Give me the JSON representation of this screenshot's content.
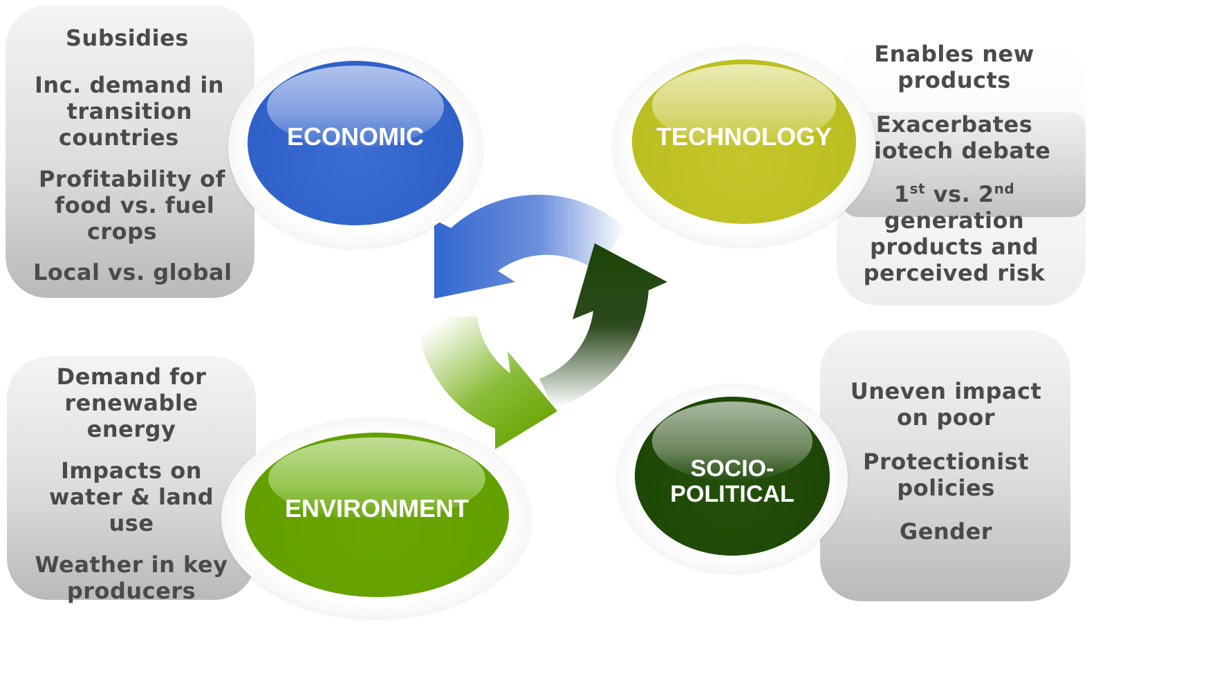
{
  "economic": {
    "label": "ECONOMIC",
    "color": "#3366cc",
    "items": [
      "Subsidies",
      "Inc. demand in\n    transition\n   countries",
      "Profitability of\n  food vs. fuel\n      crops",
      "Local vs. global"
    ]
  },
  "technology": {
    "label": "TECHNOLOGY",
    "color": "#bfc12a",
    "items": [
      "Enables new\nproducts",
      "Exacerbates\nbiotech debate"
    ],
    "generation": {
      "first_num": "1",
      "first_sup": "st",
      "vs": " vs. 2",
      "second_sup": "nd",
      "rest": "generation\nproducts and\nperceived risk"
    }
  },
  "environment": {
    "label": "ENVIRONMENT",
    "color": "#66a300",
    "items": [
      "Demand for\nrenewable\nenergy",
      "Impacts on\nwater & land\nuse",
      "Weather in key\nproducers"
    ]
  },
  "socio_political": {
    "label": "SOCIO-\nPOLITICAL",
    "color": "#1e4a06",
    "items": [
      "Uneven impact\non poor",
      "Protectionist\npolicies",
      "Gender"
    ]
  }
}
